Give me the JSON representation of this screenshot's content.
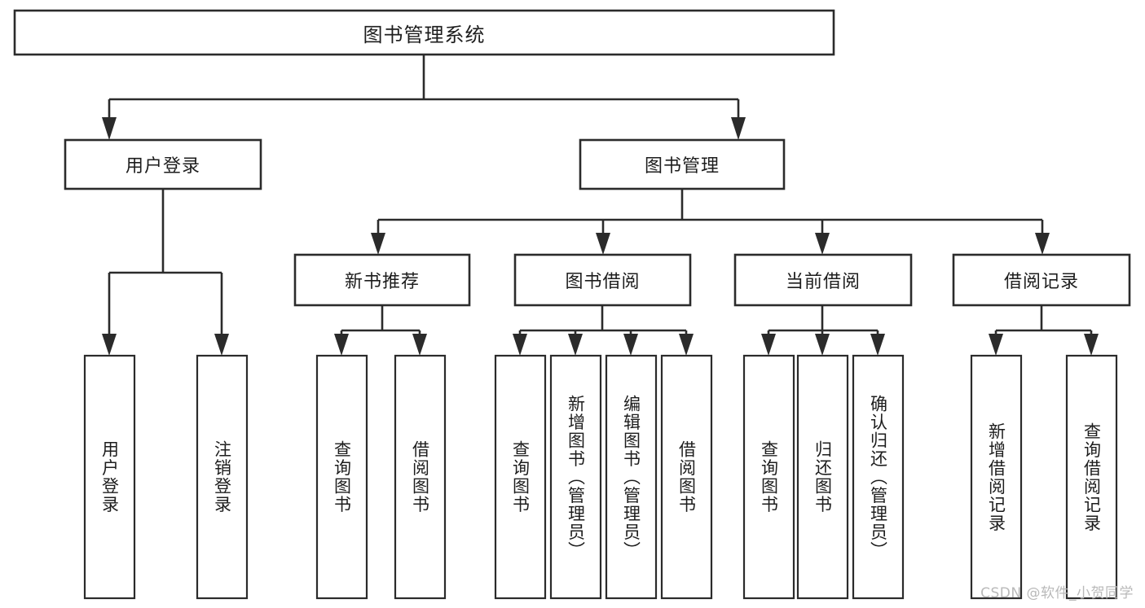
{
  "diagram": {
    "title_node": {
      "label": "图书管理系统"
    },
    "level2": [
      {
        "id": "user-login",
        "label": "用户登录"
      },
      {
        "id": "book-manage",
        "label": "图书管理"
      }
    ],
    "level3": [
      {
        "id": "new-book-recommend",
        "label": "新书推荐"
      },
      {
        "id": "book-borrow",
        "label": "图书借阅"
      },
      {
        "id": "current-borrow",
        "label": "当前借阅"
      },
      {
        "id": "borrow-record",
        "label": "借阅记录"
      }
    ],
    "leaves": {
      "user_login": [
        {
          "id": "leaf-user-login",
          "label": "用户登录"
        },
        {
          "id": "leaf-logout-login",
          "label": "注销登录"
        }
      ],
      "new_book_recommend": [
        {
          "id": "leaf-query-book-1",
          "label": "查询图书"
        },
        {
          "id": "leaf-borrow-book-1",
          "label": "借阅图书"
        }
      ],
      "book_borrow": [
        {
          "id": "leaf-query-book-2",
          "label": "查询图书"
        },
        {
          "id": "leaf-add-book",
          "label": "新增图书（管理员）"
        },
        {
          "id": "leaf-edit-book",
          "label": "编辑图书（管理员）"
        },
        {
          "id": "leaf-borrow-book-2",
          "label": "借阅图书"
        }
      ],
      "current_borrow": [
        {
          "id": "leaf-query-book-3",
          "label": "查询图书"
        },
        {
          "id": "leaf-return-book",
          "label": "归还图书"
        },
        {
          "id": "leaf-confirm-return",
          "label": "确认归还（管理员）"
        }
      ],
      "borrow_record": [
        {
          "id": "leaf-add-borrow-record",
          "label": "新增借阅记录"
        },
        {
          "id": "leaf-query-borrow-record",
          "label": "查询借阅记录"
        }
      ]
    }
  },
  "watermark": {
    "text": "CSDN @软件_小贺同学"
  },
  "colors": {
    "stroke": "#2b2b2b",
    "fill": "#ffffff",
    "text": "#1d1d1d",
    "watermark": "#b9b9b9"
  }
}
